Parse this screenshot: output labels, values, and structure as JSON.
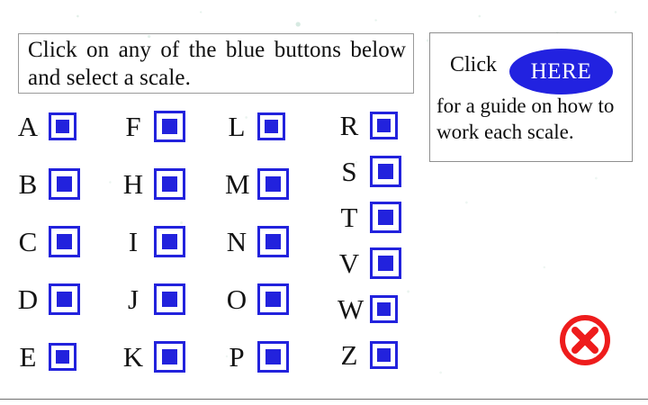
{
  "page": {
    "background_color": "#ffffff",
    "bottom_rule_color": "#6f6f6f"
  },
  "instruction": {
    "text": "Click on any of the blue buttons below and select a scale."
  },
  "guide": {
    "click_label": "Click",
    "here_label": "HERE",
    "description": "for a guide on how to work each scale.",
    "button_color": "#2222e0",
    "button_text_color": "#ffffff"
  },
  "scales": {
    "button_color": "#2222dd",
    "columns": [
      {
        "name": "column-1",
        "items": [
          {
            "letter": "A"
          },
          {
            "letter": "B"
          },
          {
            "letter": "C"
          },
          {
            "letter": "D"
          },
          {
            "letter": "E"
          }
        ]
      },
      {
        "name": "column-2",
        "items": [
          {
            "letter": "F"
          },
          {
            "letter": "H"
          },
          {
            "letter": "I"
          },
          {
            "letter": "J"
          },
          {
            "letter": "K"
          }
        ]
      },
      {
        "name": "column-3",
        "items": [
          {
            "letter": "L"
          },
          {
            "letter": "M"
          },
          {
            "letter": "N"
          },
          {
            "letter": "O"
          },
          {
            "letter": "P"
          }
        ]
      },
      {
        "name": "column-4",
        "items": [
          {
            "letter": "R"
          },
          {
            "letter": "S"
          },
          {
            "letter": "T"
          },
          {
            "letter": "V"
          },
          {
            "letter": "W"
          },
          {
            "letter": "Z"
          }
        ]
      }
    ]
  },
  "close": {
    "icon": "circle-x-icon",
    "color": "#ee1c1c"
  }
}
